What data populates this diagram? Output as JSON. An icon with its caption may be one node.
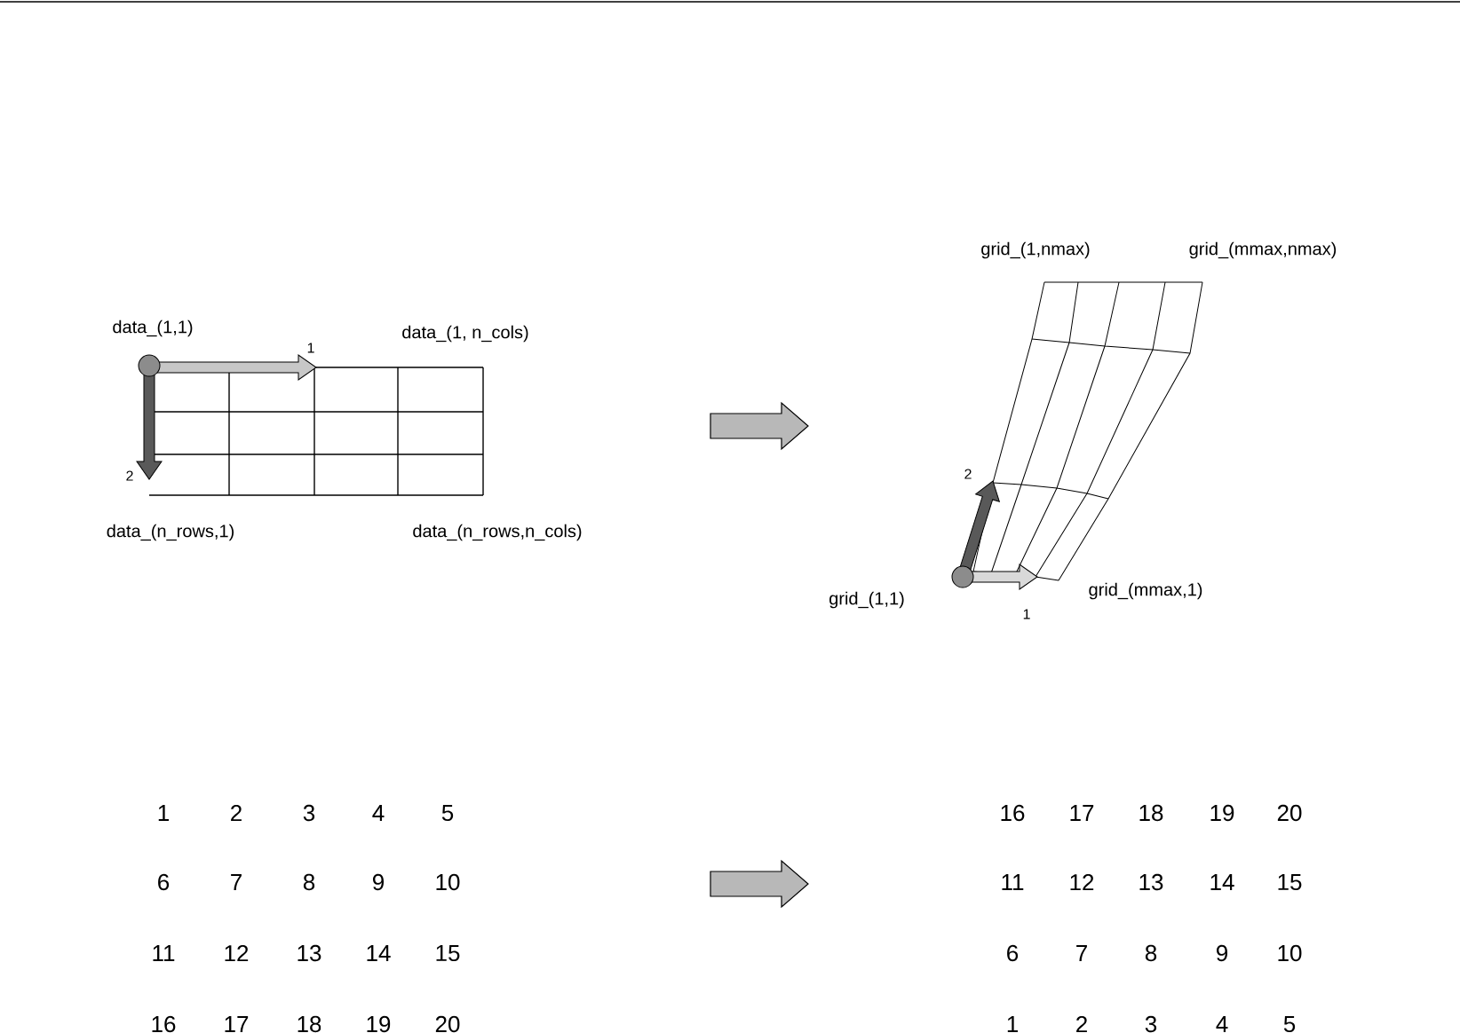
{
  "diagram": {
    "labels": [
      "data_(1,1)",
      "1",
      "data_(1, n_cols)",
      "2",
      "data_(n_rows,1)",
      "data_(n_rows,n_cols)",
      "grid_(1,nmax)",
      "grid_(mmax,nmax)",
      "2",
      "grid_(1,1)",
      "grid_(mmax,1)",
      "1",
      "1",
      "2",
      "3",
      "4",
      "5",
      "16",
      "17",
      "18",
      "19",
      "20",
      "6",
      "7",
      "8",
      "9",
      "10",
      "11",
      "12",
      "13",
      "14",
      "15",
      "11",
      "12",
      "13",
      "14",
      "15",
      "6",
      "7",
      "8",
      "9",
      "10",
      "16",
      "17",
      "18",
      "19",
      "20",
      "1",
      "2",
      "3",
      "4",
      "5"
    ]
  }
}
